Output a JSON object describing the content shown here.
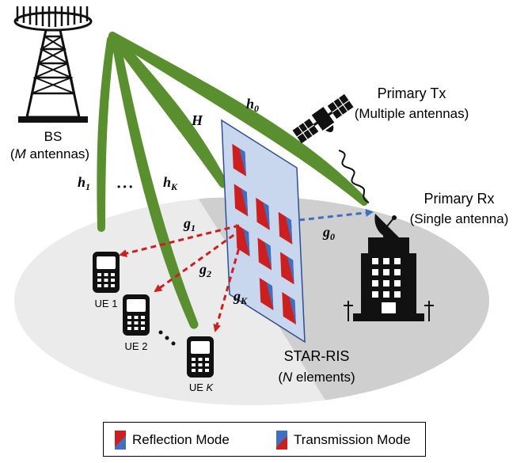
{
  "nodes": {
    "bs": {
      "name": "BS",
      "detail_prefix": "(",
      "detail_var": "M",
      "detail_suffix": " antennas)"
    },
    "primary_tx": {
      "name": "Primary Tx",
      "detail": "(Multiple antennas)"
    },
    "primary_rx": {
      "name": "Primary Rx",
      "detail": "(Single antenna)"
    },
    "star_ris": {
      "name": "STAR-RIS",
      "detail_prefix": "(",
      "detail_var": "N",
      "detail_suffix": " elements)"
    },
    "users": [
      {
        "label": "UE 1"
      },
      {
        "label": "UE 2"
      },
      {
        "label_prefix": "UE ",
        "label_var": "K"
      }
    ]
  },
  "channels": {
    "H": {
      "base": "H",
      "sub": ""
    },
    "h0": {
      "base": "h",
      "sub": "0"
    },
    "h1": {
      "base": "h",
      "sub": "1"
    },
    "hK": {
      "base": "h",
      "sub": "K"
    },
    "g0": {
      "base": "g",
      "sub": "0"
    },
    "g1": {
      "base": "g",
      "sub": "1"
    },
    "g2": {
      "base": "g",
      "sub": "2"
    },
    "gK": {
      "base": "g",
      "sub": "K"
    },
    "dots": "• • •"
  },
  "legend": {
    "reflection": "Reflection Mode",
    "transmission": "Transmission Mode"
  },
  "colors": {
    "beam": "#5a8f2f",
    "reflect": "#cc1f1f",
    "transmit": "#3f6fc0",
    "ground_light": "#ebebeb",
    "ground_dark": "#cfcfcf",
    "ris_panel": "#c8d6ee"
  }
}
